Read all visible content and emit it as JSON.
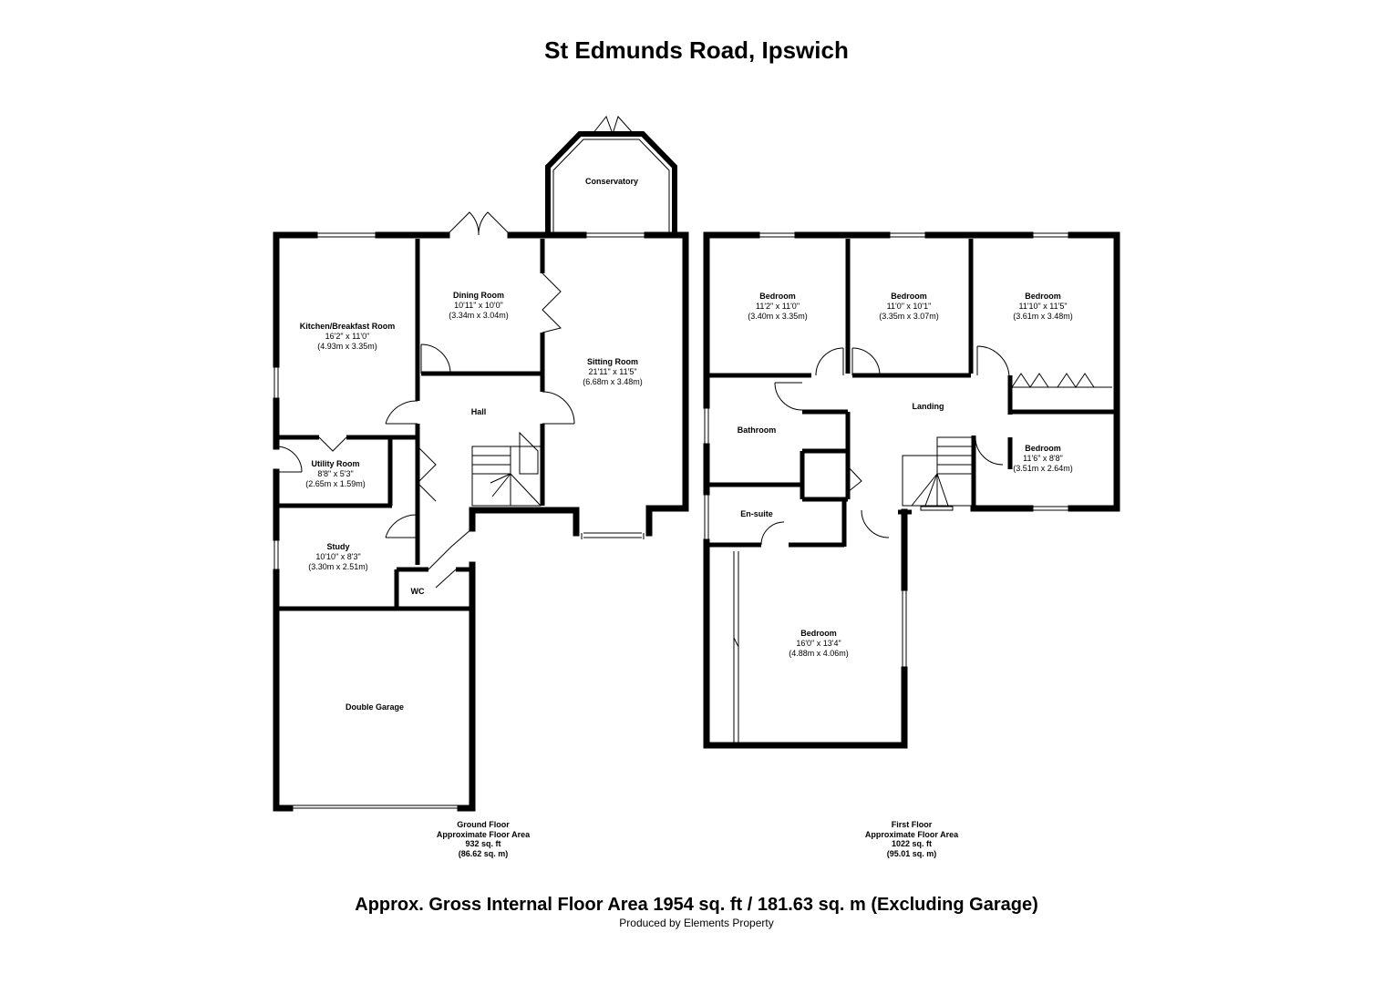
{
  "title": "St Edmunds Road, Ipswich",
  "rooms": {
    "conservatory": {
      "name": "Conservatory"
    },
    "dining": {
      "name": "Dining Room",
      "imperial": "10'11\" x 10'0\"",
      "metric": "(3.34m x 3.04m)"
    },
    "kitchen": {
      "name": "Kitchen/Breakfast Room",
      "imperial": "16'2\" x 11'0\"",
      "metric": "(4.93m x 3.35m)"
    },
    "sitting": {
      "name": "Sitting Room",
      "imperial": "21'11\" x 11'5\"",
      "metric": "(6.68m x 3.48m)"
    },
    "hall": {
      "name": "Hall"
    },
    "utility": {
      "name": "Utility Room",
      "imperial": "8'8\" x 5'3\"",
      "metric": "(2.65m x 1.59m)"
    },
    "study": {
      "name": "Study",
      "imperial": "10'10\" x 8'3\"",
      "metric": "(3.30m x 2.51m)"
    },
    "wc": {
      "name": "WC"
    },
    "garage": {
      "name": "Double Garage"
    },
    "bed1": {
      "name": "Bedroom",
      "imperial": "11'2\" x 11'0\"",
      "metric": "(3.40m x 3.35m)"
    },
    "bed2": {
      "name": "Bedroom",
      "imperial": "11'0\" x 10'1\"",
      "metric": "(3.35m x 3.07m)"
    },
    "bed3": {
      "name": "Bedroom",
      "imperial": "11'10\" x 11'5\"",
      "metric": "(3.61m x 3.48m)"
    },
    "bed4": {
      "name": "Bedroom",
      "imperial": "11'6\" x 8'8\"",
      "metric": "(3.51m x 2.64m)"
    },
    "landing": {
      "name": "Landing"
    },
    "bathroom": {
      "name": "Bathroom"
    },
    "ensuite": {
      "name": "En-suite"
    },
    "bed5": {
      "name": "Bedroom",
      "imperial": "16'0\" x 13'4\"",
      "metric": "(4.88m x 4.06m)"
    }
  },
  "ground_floor": {
    "name": "Ground Floor",
    "label": "Approximate Floor Area",
    "sqft": "932 sq. ft",
    "sqm": "(86.62 sq. m)"
  },
  "first_floor": {
    "name": "First Floor",
    "label": "Approximate Floor Area",
    "sqft": "1022 sq. ft",
    "sqm": "(95.01 sq. m)"
  },
  "footer": {
    "gross": "Approx. Gross Internal Floor Area 1954 sq. ft / 181.63 sq. m (Excluding Garage)",
    "producer": "Produced by Elements Property"
  }
}
